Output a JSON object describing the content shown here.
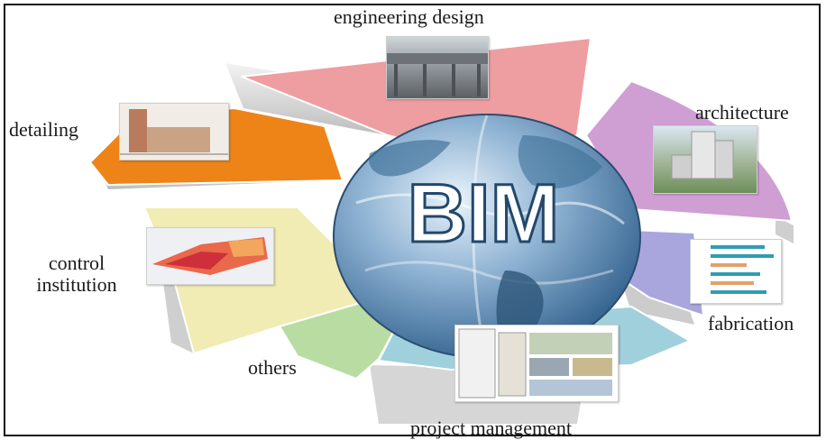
{
  "center": {
    "text": "BIM"
  },
  "segments": [
    {
      "id": "engineering-design",
      "label": "engineering design",
      "color": "#ee9da1"
    },
    {
      "id": "architecture",
      "label": "architecture",
      "color": "#cf9fd4"
    },
    {
      "id": "fabrication",
      "label": "fabrication",
      "color": "#a9a6de"
    },
    {
      "id": "project-management",
      "label": "project management",
      "color": "#9fd0dc"
    },
    {
      "id": "others",
      "label": "others",
      "color": "#b9dca2"
    },
    {
      "id": "control-institution",
      "label": "control\ninstitution",
      "color": "#f1ecb4"
    },
    {
      "id": "detailing",
      "label": "detailing",
      "color": "#ee8417"
    }
  ]
}
